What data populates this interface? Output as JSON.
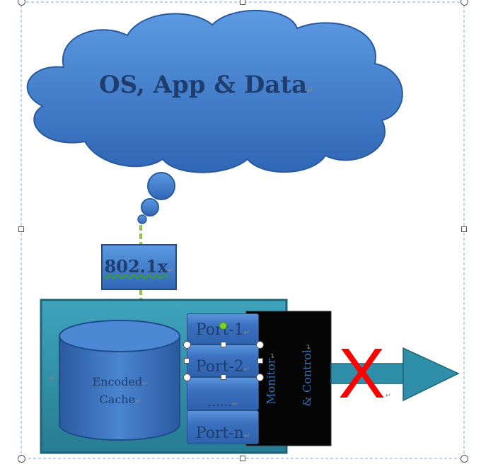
{
  "diagram": {
    "cloud_label": "OS, App & Data",
    "auth_label": "802.1x",
    "cache_label_line1": "Encoded",
    "cache_label_line2": "Cache",
    "ports": [
      "Port-1",
      "Port-2",
      "......",
      "Port-n"
    ],
    "monitor_label_line1": "Monitor",
    "monitor_label_line2": "& Control",
    "paragraph_mark": "↵",
    "blocked_symbol": "X"
  },
  "colors": {
    "cloud": "#3f7fd0",
    "base": "#2f8fa8",
    "monitor_box": "#050505",
    "block_x": "#ff0000",
    "connector": "#92c050"
  }
}
